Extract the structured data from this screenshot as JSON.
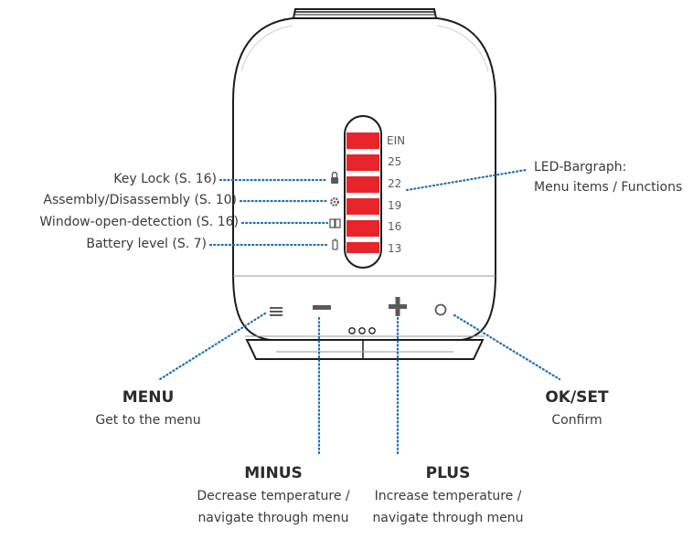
{
  "left_labels": {
    "key_lock": "Key Lock (S. 16)",
    "assembly": "Assembly/Disassembly (S. 10)",
    "window_open": "Window-open-detection (S. 16)",
    "battery": "Battery level (S. 7)"
  },
  "bargraph_values": [
    "EIN",
    "25",
    "22",
    "19",
    "16",
    "13"
  ],
  "led_label": {
    "line1": "LED-Bargraph:",
    "line2": "Menu items / Functions"
  },
  "buttons": {
    "menu": {
      "title": "MENU",
      "desc": "Get to the menu"
    },
    "minus": {
      "title": "MINUS",
      "desc1": "Decrease temperature /",
      "desc2": "navigate through menu"
    },
    "plus": {
      "title": "PLUS",
      "desc1": "Increase temperature /",
      "desc2": "navigate through menu"
    },
    "ok": {
      "title": "OK/SET",
      "desc": "Confirm"
    }
  },
  "colors": {
    "led_red": "#e8242b",
    "leader_blue": "#1a6fb5",
    "outline": "#1c1c1c"
  },
  "icons": [
    "lock-icon",
    "gear-icon",
    "window-icon",
    "battery-icon",
    "menu-icon",
    "minus-icon",
    "plus-icon",
    "ok-icon"
  ]
}
